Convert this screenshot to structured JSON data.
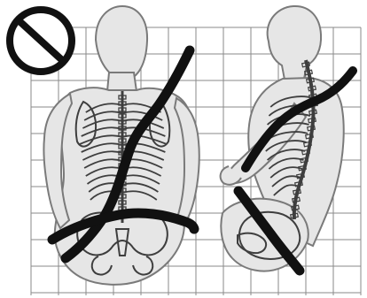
{
  "illustration": {
    "icon": "prohibited-icon",
    "colors": {
      "background": "#ffffff",
      "grid": "#8a8a8a",
      "body_fill": "#e6e6e6",
      "body_stroke": "#7a7a7a",
      "skeleton": "#3e3e3e",
      "belt": "#111111",
      "prohibition": "#111111"
    },
    "figures": [
      {
        "name": "rear-view-figure",
        "belt": "diagonal-shoulder-belt-and-lap-belt"
      },
      {
        "name": "side-view-figure",
        "belt": "diagonal-shoulder-belt-and-lap-belt"
      }
    ]
  }
}
